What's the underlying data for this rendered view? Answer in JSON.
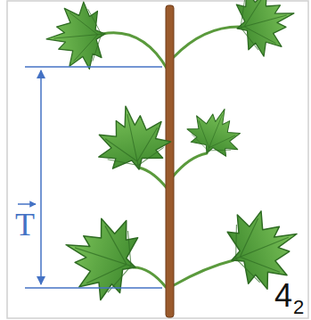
{
  "diagram": {
    "labels": [
      "T",
      "4",
      "2"
    ]
  }
}
